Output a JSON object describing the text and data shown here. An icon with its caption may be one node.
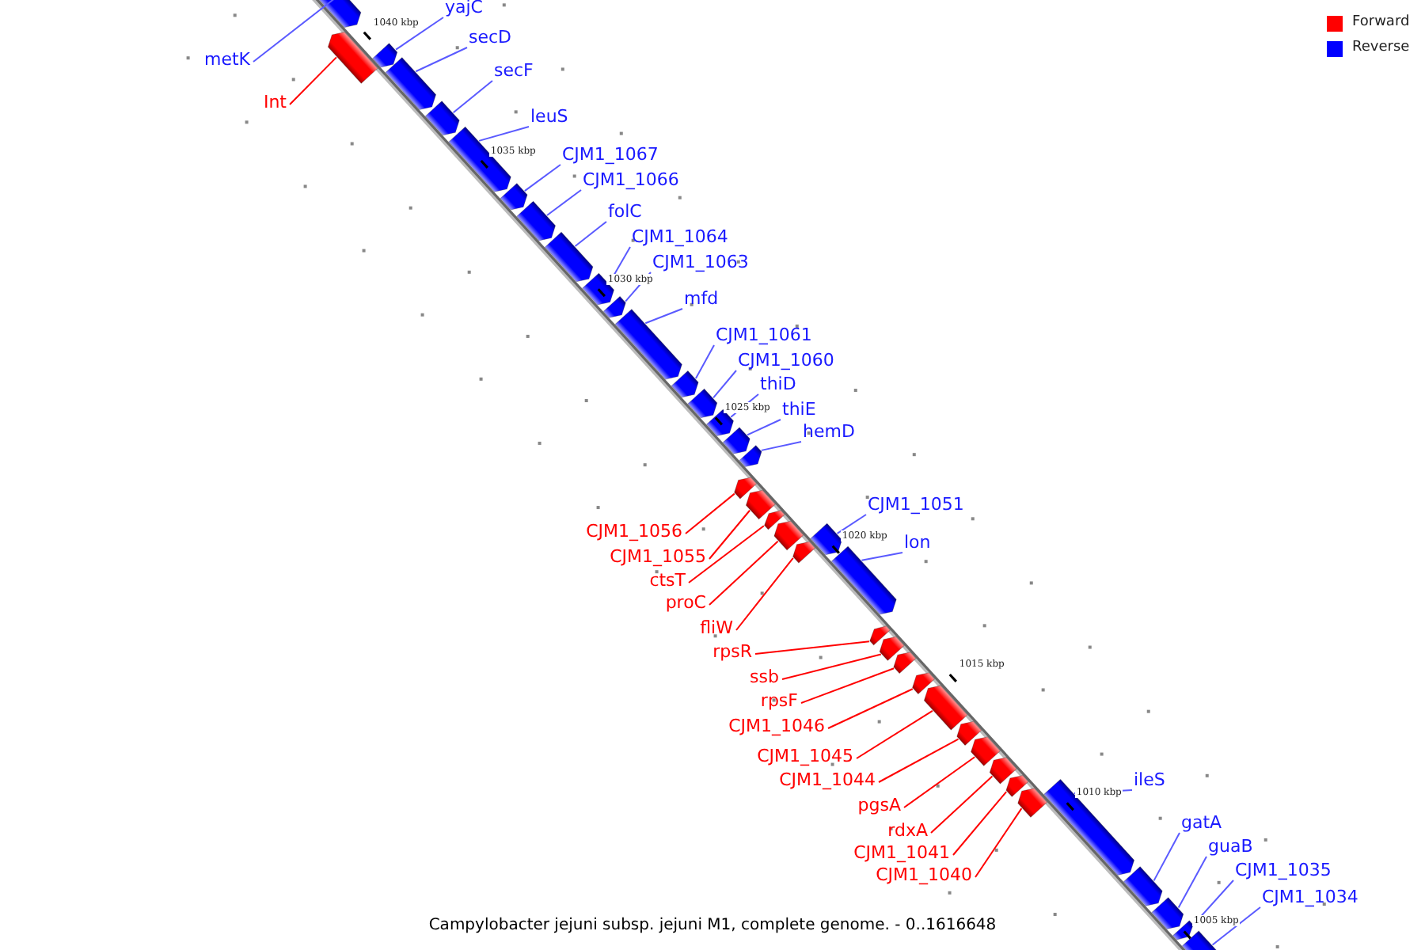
{
  "diagram": {
    "caption": "Campylobacter jejuni subsp. jejuni M1, complete genome. - 0..1616648",
    "nodes": [
      {
        "text": [
          "yajC"
        ]
      },
      {
        "text": [],
        "shape": "bar"
      },
      {
        "text": [
          "secD"
        ]
      },
      {
        "text": [],
        "shape": "bar"
      },
      {
        "text": [
          "metK"
        ]
      },
      {
        "text": [],
        "shape": "bar"
      },
      {
        "text": [
          "secF"
        ]
      },
      {
        "text": [],
        "shape": "bar"
      },
      {
        "text": [
          "Int"
        ]
      },
      {
        "text": [],
        "shape": "bar"
      },
      {
        "text": [
          "leuS"
        ]
      },
      {
        "text": [],
        "shape": "bar"
      },
      {
        "text": [
          "CJM1_1067"
        ]
      },
      {
        "text": [],
        "shape": "bar"
      },
      {
        "text": [
          "CJM1_1066"
        ]
      },
      {
        "text": [],
        "shape": "bar"
      },
      {
        "text": [
          "folC"
        ]
      },
      {
        "text": [],
        "shape": "bar"
      },
      {
        "text": [
          "CJM1_1064"
        ]
      },
      {
        "text": [],
        "shape": "bar"
      },
      {
        "text": [
          "CJM1_1063"
        ]
      },
      {
        "text": [],
        "shape": "bar"
      },
      {
        "text": [
          "mfd"
        ]
      },
      {
        "text": [],
        "shape": "bar"
      },
      {
        "text": [
          "CJM1_1061"
        ]
      },
      {
        "text": [],
        "shape": "bar"
      },
      {
        "text": [
          "CJM1_1060"
        ]
      },
      {
        "text": [],
        "shape": "bar"
      },
      {
        "text": [
          "thiD"
        ]
      },
      {
        "text": [],
        "shape": "bar"
      },
      {
        "text": [
          "thiE"
        ]
      },
      {
        "text": [],
        "shape": "bar"
      },
      {
        "text": [
          "hemD"
        ]
      },
      {
        "text": [],
        "shape": "bar"
      },
      {
        "text": [
          "CJM1_1051"
        ]
      },
      {
        "text": [],
        "shape": "bar"
      },
      {
        "text": [
          "CJM1_1056"
        ]
      },
      {
        "text": [],
        "shape": "bar"
      },
      {
        "text": [
          "lon"
        ]
      },
      {
        "text": [],
        "shape": "bar"
      },
      {
        "text": [
          "CJM1_1055"
        ]
      },
      {
        "text": [],
        "shape": "bar"
      },
      {
        "text": [
          "ctsT"
        ]
      },
      {
        "text": [],
        "shape": "bar"
      },
      {
        "text": [
          "proC"
        ]
      },
      {
        "text": [],
        "shape": "bar"
      },
      {
        "text": [
          "fliW"
        ]
      },
      {
        "text": [],
        "shape": "bar"
      },
      {
        "text": [
          "rpsR"
        ]
      },
      {
        "text": [],
        "shape": "bar"
      },
      {
        "text": [
          "ssb"
        ]
      },
      {
        "text": [],
        "shape": "bar"
      },
      {
        "text": [
          "rpsF"
        ]
      },
      {
        "text": [],
        "shape": "bar"
      },
      {
        "text": [
          "CJM1_1046"
        ]
      },
      {
        "text": [],
        "shape": "bar"
      },
      {
        "text": [
          "CJM1_1045"
        ]
      },
      {
        "text": [],
        "shape": "bar"
      },
      {
        "text": [
          "ileS"
        ]
      },
      {
        "text": [],
        "shape": "bar"
      },
      {
        "text": [
          "CJM1_1044"
        ]
      },
      {
        "text": [],
        "shape": "bar"
      },
      {
        "text": [
          "pgsA"
        ]
      },
      {
        "text": [],
        "shape": "bar"
      },
      {
        "text": [
          "gatA"
        ]
      },
      {
        "text": [],
        "shape": "bar"
      },
      {
        "text": [
          "rdxA"
        ]
      },
      {
        "text": [],
        "shape": "bar"
      },
      {
        "text": [
          "guaB"
        ]
      },
      {
        "text": [],
        "shape": "bar"
      },
      {
        "text": [
          "CJM1_1041"
        ]
      },
      {
        "text": [],
        "shape": "bar"
      },
      {
        "text": [
          "CJM1_1035"
        ]
      },
      {
        "text": [],
        "shape": "bar"
      },
      {
        "text": [
          "CJM1_1040"
        ]
      },
      {
        "text": [],
        "shape": "bar"
      },
      {
        "text": [
          "CJM1_1034"
        ]
      },
      {
        "text": [],
        "shape": "bar"
      }
    ],
    "edges": [
      {
        "from": 0,
        "to": 1,
        "arrow": "none"
      },
      {
        "from": 2,
        "to": 3,
        "arrow": "none"
      },
      {
        "from": 4,
        "to": 5,
        "arrow": "none"
      },
      {
        "from": 6,
        "to": 7,
        "arrow": "none"
      },
      {
        "from": 8,
        "to": 9,
        "arrow": "none",
        "color": "#ff0000"
      },
      {
        "from": 10,
        "to": 11,
        "arrow": "none"
      },
      {
        "from": 12,
        "to": 13,
        "arrow": "none"
      },
      {
        "from": 14,
        "to": 15,
        "arrow": "none"
      },
      {
        "from": 16,
        "to": 17,
        "arrow": "none"
      },
      {
        "from": 18,
        "to": 19,
        "arrow": "none"
      },
      {
        "from": 20,
        "to": 21,
        "arrow": "none"
      },
      {
        "from": 22,
        "to": 23,
        "arrow": "none"
      },
      {
        "from": 24,
        "to": 25,
        "arrow": "none"
      },
      {
        "from": 26,
        "to": 27,
        "arrow": "none"
      },
      {
        "from": 28,
        "to": 29,
        "arrow": "none"
      },
      {
        "from": 30,
        "to": 31,
        "arrow": "none"
      },
      {
        "from": 32,
        "to": 33,
        "arrow": "none"
      },
      {
        "from": 34,
        "to": 35,
        "arrow": "none"
      },
      {
        "from": 36,
        "to": 37,
        "arrow": "none",
        "color": "#ff0000"
      },
      {
        "from": 38,
        "to": 39,
        "arrow": "none"
      },
      {
        "from": 40,
        "to": 41,
        "arrow": "none",
        "color": "#ff0000"
      },
      {
        "from": 42,
        "to": 43,
        "arrow": "none",
        "color": "#ff0000"
      },
      {
        "from": 44,
        "to": 45,
        "arrow": "none",
        "color": "#ff0000"
      },
      {
        "from": 46,
        "to": 47,
        "arrow": "none",
        "color": "#ff0000"
      },
      {
        "from": 48,
        "to": 49,
        "arrow": "none",
        "color": "#ff0000"
      },
      {
        "from": 50,
        "to": 51,
        "arrow": "none",
        "color": "#ff0000"
      },
      {
        "from": 52,
        "to": 53,
        "arrow": "none",
        "color": "#ff0000"
      },
      {
        "from": 54,
        "to": 55,
        "arrow": "none",
        "color": "#ff0000"
      },
      {
        "from": 56,
        "to": 57,
        "arrow": "none",
        "color": "#ff0000"
      },
      {
        "from": 58,
        "to": 59,
        "arrow": "none"
      },
      {
        "from": 60,
        "to": 61,
        "arrow": "none",
        "color": "#ff0000"
      },
      {
        "from": 62,
        "to": 63,
        "arrow": "none",
        "color": "#ff0000"
      },
      {
        "from": 64,
        "to": 65,
        "arrow": "none"
      },
      {
        "from": 66,
        "to": 67,
        "arrow": "none",
        "color": "#ff0000"
      },
      {
        "from": 68,
        "to": 69,
        "arrow": "none"
      },
      {
        "from": 70,
        "to": 71,
        "arrow": "none",
        "color": "#ff0000"
      },
      {
        "from": 72,
        "to": 73,
        "arrow": "none"
      },
      {
        "from": 74,
        "to": 75,
        "arrow": "none",
        "color": "#ff0000"
      },
      {
        "from": 76,
        "to": 77,
        "arrow": "none"
      }
    ],
    "labels": [
      "1040 kbp",
      "1035 kbp",
      "1030 kbp",
      "1025 kbp",
      "1020 kbp",
      "1015 kbp",
      "1010 kbp",
      "1005 kbp"
    ],
    "legend": [
      {
        "text": "Forward",
        "color": "#ff0000"
      },
      {
        "text": "Reverse",
        "color": "#0000ff"
      }
    ]
  }
}
